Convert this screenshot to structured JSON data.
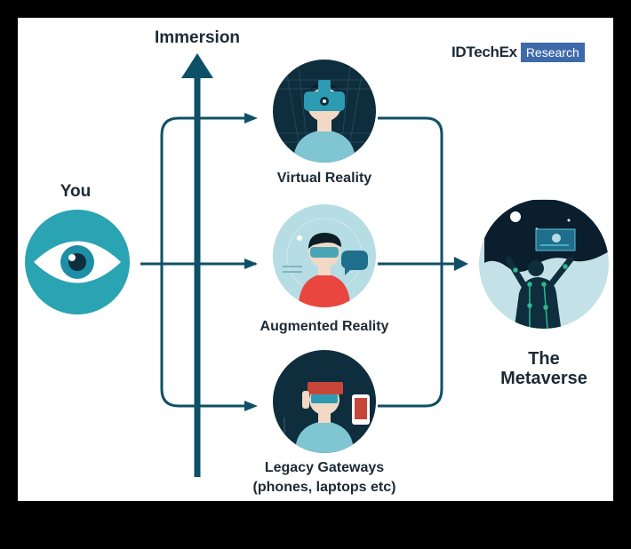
{
  "brand": {
    "name": "IDTechEx",
    "tag": "Research"
  },
  "labels": {
    "axis": "Immersion",
    "you": "You",
    "vr": "Virtual Reality",
    "ar": "Augmented Reality",
    "legacy_line1": "Legacy Gateways",
    "legacy_line2": "(phones, laptops etc)",
    "meta_line1": "The",
    "meta_line2": "Metaverse"
  },
  "colors": {
    "line": "#0e5066",
    "eye_bg": "#2aa3b3",
    "dark_circle": "#0e2d3d",
    "light_circle": "#b6dde3",
    "headset": "#2d9bb3",
    "ar_shirt": "#e8463e",
    "legacy_phone": "#c8453a"
  },
  "icons": [
    "eye-icon",
    "vr-headset-icon",
    "ar-glasses-icon",
    "phone-icon",
    "metaverse-avatar-icon"
  ]
}
